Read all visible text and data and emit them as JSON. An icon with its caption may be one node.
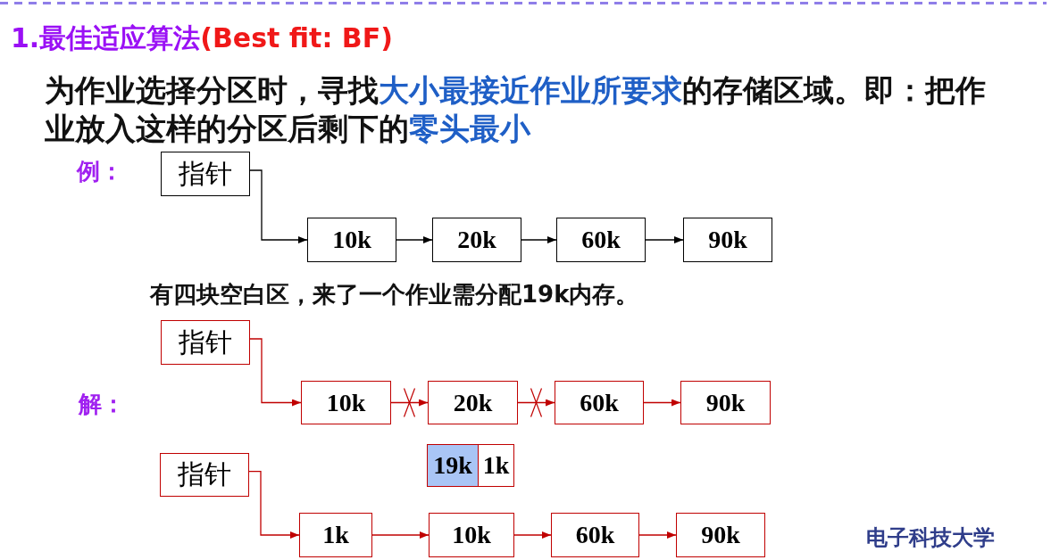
{
  "diagram": {
    "title": "1.最佳适应算法**(Best fit: BF)**",
    "nodes": [
      {
        "text": [
          "指针"
        ]
      },
      {
        "text": [
          "10k"
        ]
      },
      {
        "text": [
          "20k"
        ]
      },
      {
        "text": [
          "60k"
        ]
      },
      {
        "text": [
          "90k"
        ]
      },
      {
        "text": [
          "指针"
        ]
      },
      {
        "text": [
          "10k"
        ]
      },
      {
        "text": [
          "20k"
        ]
      },
      {
        "text": [
          "60k"
        ]
      },
      {
        "text": [
          "90k"
        ]
      },
      {
        "text": [
          "指针"
        ]
      },
      {
        "text": [
          "19k"
        ]
      },
      {
        "text": [
          "1k"
        ]
      },
      {
        "text": [
          "1k"
        ]
      },
      {
        "text": [
          "10k"
        ]
      },
      {
        "text": [
          "60k"
        ]
      },
      {
        "text": [
          "90k"
        ]
      }
    ],
    "edges": [
      {
        "from": 0,
        "to": 1,
        "arrow": "to",
        "color": "#000000"
      },
      {
        "from": 1,
        "to": 2,
        "arrow": "to",
        "color": "#000000"
      },
      {
        "from": 2,
        "to": 3,
        "arrow": "to",
        "color": "#000000"
      },
      {
        "from": 3,
        "to": 4,
        "arrow": "to",
        "color": "#000000"
      },
      {
        "from": 5,
        "to": 6,
        "arrow": "to"
      },
      {
        "from": 6,
        "to": 7,
        "arrow": "to"
      },
      {
        "from": 7,
        "to": 8,
        "arrow": "to"
      },
      {
        "from": 8,
        "to": 9,
        "arrow": "to"
      },
      {
        "from": 10,
        "to": 13,
        "arrow": "to"
      },
      {
        "from": 13,
        "to": 14,
        "arrow": "to"
      },
      {
        "from": 14,
        "to": 15,
        "arrow": "to"
      },
      {
        "from": 15,
        "to": 16,
        "arrow": "to"
      }
    ],
    "labels": [
      "为作业选择分区时，寻找**大小最接近作业所要求**的存储区域。即：把作业放入这样的分区后剩下的**零头最小**",
      "例：",
      "有四块空白区，来了一个作业需分配19k内存。",
      "解：",
      "电子科技大学"
    ]
  }
}
